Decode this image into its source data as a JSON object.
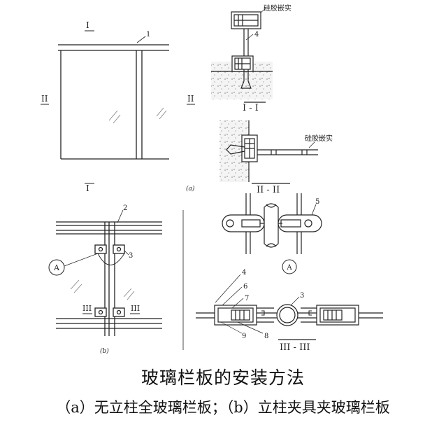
{
  "title": "玻璃栏板的安装方法",
  "subtitle": "（a）无立柱全玻璃栏板；（b）立柱夹具夹玻璃栏板",
  "labels": {
    "section_1": "I",
    "section_2": "II",
    "section_3": "III",
    "section_1_cut": "I - I",
    "section_2_cut": "II - II",
    "section_3_cut": "III - III",
    "sub_a": "(a)",
    "sub_b": "(b)",
    "detail_a": "A",
    "sealant_1": "硅胶嵌实",
    "sealant_2": "硅胶嵌实",
    "n1": "1",
    "n2": "2",
    "n3": "3",
    "n4": "4",
    "n5": "5",
    "n6": "6",
    "n7": "7",
    "n8": "8",
    "n9": "9"
  },
  "colors": {
    "line": "#222222",
    "hatch": "#666666",
    "background": "#ffffff"
  }
}
